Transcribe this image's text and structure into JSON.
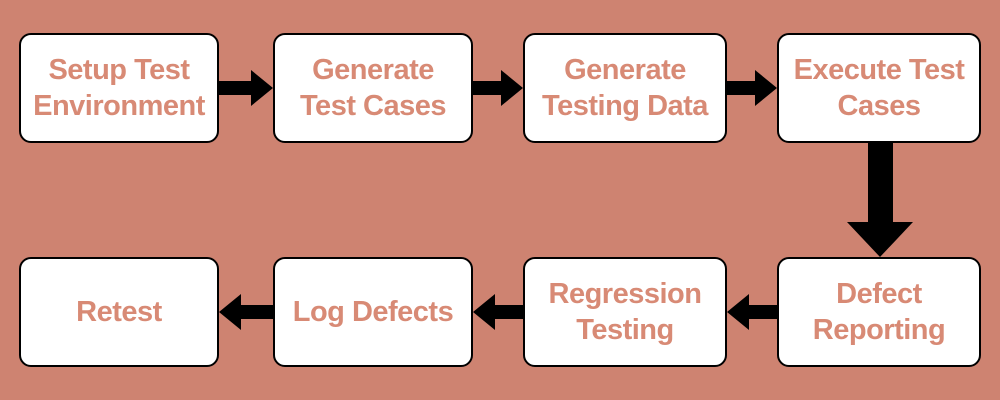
{
  "diagram": {
    "type": "flowchart",
    "colors": {
      "background": "#CE8371",
      "node_fill": "#FFFFFF",
      "node_text": "#D88A75",
      "node_border": "#000000",
      "arrow": "#000000"
    },
    "nodes": [
      {
        "id": "setup-test-environment",
        "label": "Setup Test Environment",
        "row": 1,
        "col": 1
      },
      {
        "id": "generate-test-cases",
        "label": "Generate Test Cases",
        "row": 1,
        "col": 2
      },
      {
        "id": "generate-testing-data",
        "label": "Generate Testing Data",
        "row": 1,
        "col": 3
      },
      {
        "id": "execute-test-cases",
        "label": "Execute Test Cases",
        "row": 1,
        "col": 4
      },
      {
        "id": "defect-reporting",
        "label": "Defect Reporting",
        "row": 2,
        "col": 4
      },
      {
        "id": "regression-testing",
        "label": "Regression Testing",
        "row": 2,
        "col": 3
      },
      {
        "id": "log-defects",
        "label": "Log Defects",
        "row": 2,
        "col": 2
      },
      {
        "id": "retest",
        "label": "Retest",
        "row": 2,
        "col": 1
      }
    ],
    "edges": [
      {
        "from": "setup-test-environment",
        "to": "generate-test-cases",
        "direction": "right"
      },
      {
        "from": "generate-test-cases",
        "to": "generate-testing-data",
        "direction": "right"
      },
      {
        "from": "generate-testing-data",
        "to": "execute-test-cases",
        "direction": "right"
      },
      {
        "from": "execute-test-cases",
        "to": "defect-reporting",
        "direction": "down"
      },
      {
        "from": "defect-reporting",
        "to": "regression-testing",
        "direction": "left"
      },
      {
        "from": "regression-testing",
        "to": "log-defects",
        "direction": "left"
      },
      {
        "from": "log-defects",
        "to": "retest",
        "direction": "left"
      }
    ]
  }
}
